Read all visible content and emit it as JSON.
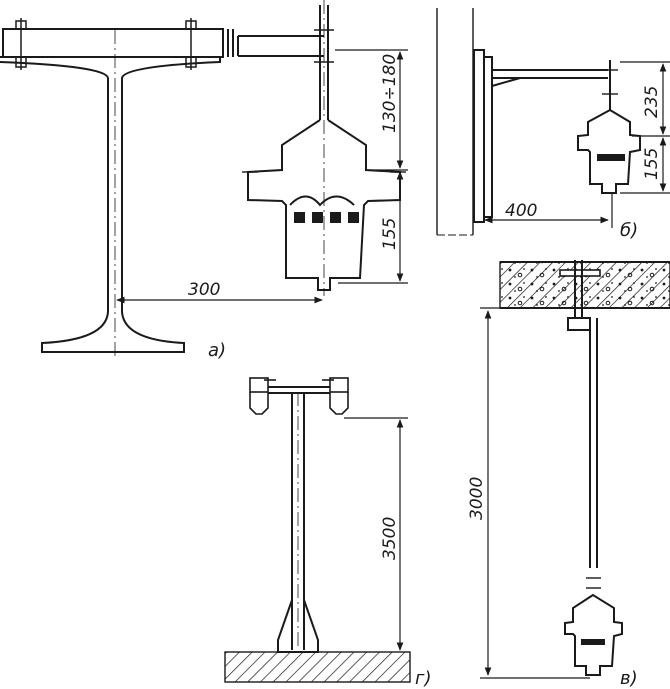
{
  "figure": {
    "panels": [
      {
        "id": "a",
        "label": "а)",
        "dimensions": [
          "300",
          "130÷180",
          "155"
        ]
      },
      {
        "id": "b",
        "label": "б)",
        "dimensions": [
          "400",
          "235",
          "155"
        ]
      },
      {
        "id": "v",
        "label": "в)",
        "dimensions": [
          "3000"
        ]
      },
      {
        "id": "g",
        "label": "г)",
        "dimensions": [
          "3500"
        ]
      }
    ]
  }
}
